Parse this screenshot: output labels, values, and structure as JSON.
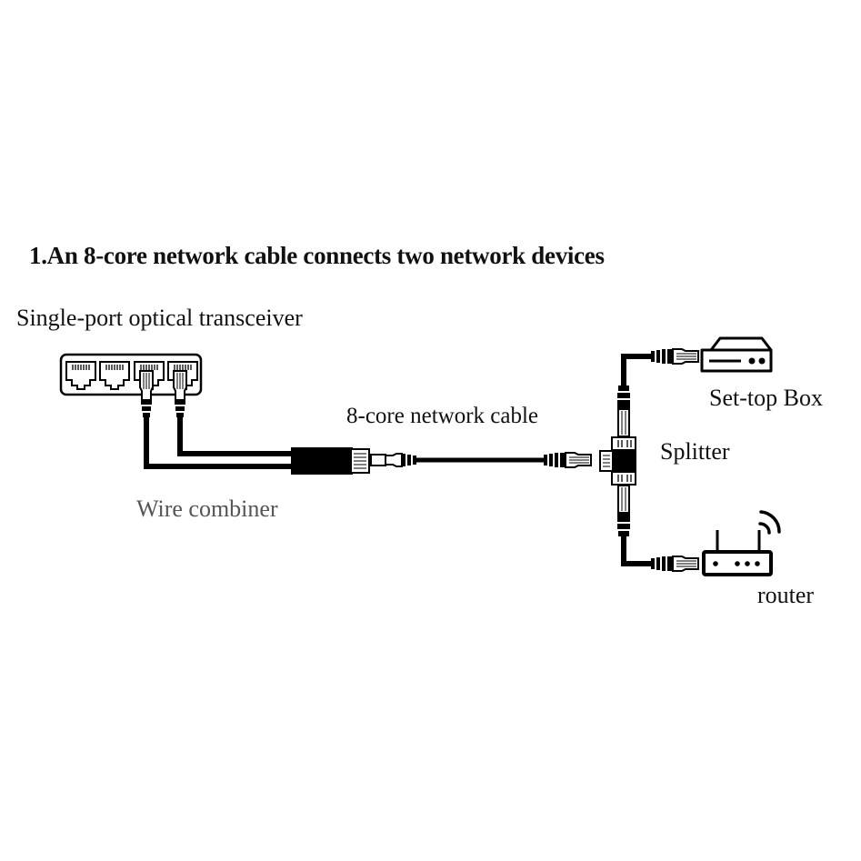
{
  "title": "1.An 8-core network cable connects two network devices",
  "labels": {
    "transceiver": "Single-port optical transceiver",
    "cable": "8-core network cable",
    "combiner": "Wire combiner",
    "splitter": "Splitter",
    "settop": "Set-top Box",
    "router": "router"
  },
  "devices": {
    "transceiver": {
      "ports": 4,
      "occupied_ports": [
        3,
        4
      ]
    },
    "splitter": {
      "outputs": 2
    },
    "router": {
      "indicator_dots": 4,
      "antennas": 2,
      "wifi_arcs": 2
    },
    "settop": {
      "indicator_dots": 2
    }
  },
  "colors": {
    "line": "#000000",
    "text": "#111111",
    "muted_text": "#555555",
    "background": "#ffffff"
  }
}
